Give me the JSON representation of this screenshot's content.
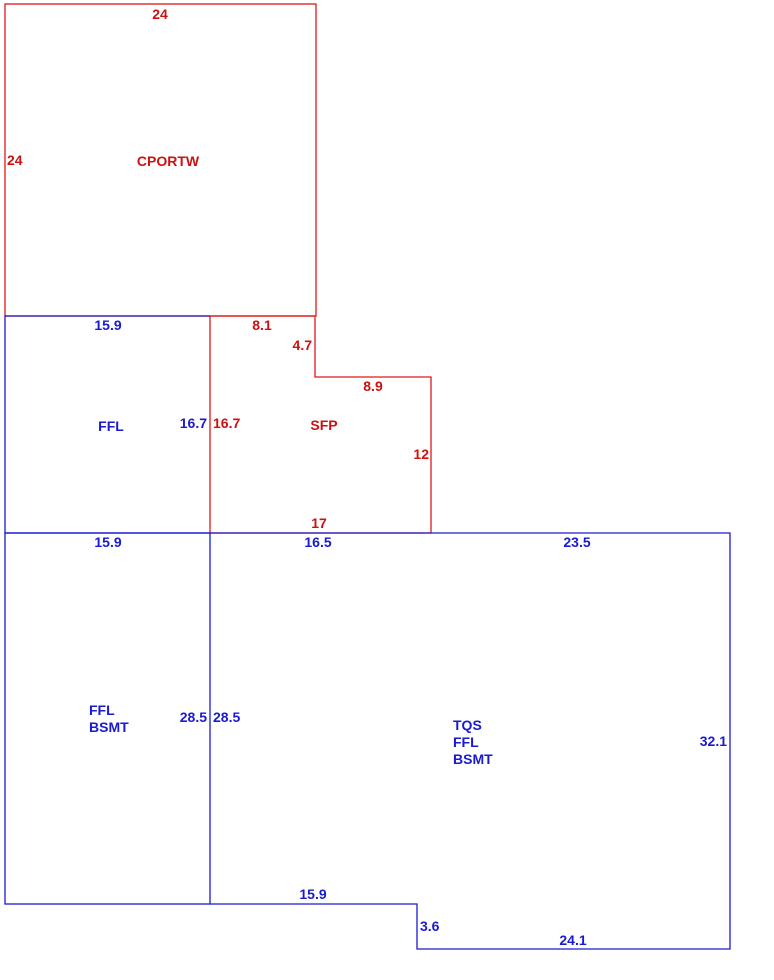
{
  "colors": {
    "red": "#e01818",
    "blue": "#1a1ad1"
  },
  "areas": {
    "cportw": {
      "label": "CPORTW",
      "dims": {
        "top": "24",
        "left": "24"
      }
    },
    "ffl_upper": {
      "label": "FFL",
      "dims": {
        "top": "15.9",
        "right": "16.7"
      }
    },
    "sfp": {
      "label": "SFP",
      "dims": {
        "top": "8.1",
        "step_vertical": "4.7",
        "step_horizontal": "8.9",
        "right": "12",
        "bottom": "17",
        "left": "16.7"
      }
    },
    "ffl_bsmt": {
      "label_line1": "FFL",
      "label_line2": "BSMT",
      "dims": {
        "top": "15.9",
        "right": "28.5"
      }
    },
    "tqs": {
      "label_line1": "TQS",
      "label_line2": "FFL",
      "label_line3": "BSMT",
      "dims": {
        "top_left": "16.5",
        "top_right": "23.5",
        "left": "28.5",
        "right": "32.1",
        "bottom_left": "15.9",
        "step": "3.6",
        "bottom_right": "24.1"
      }
    }
  }
}
